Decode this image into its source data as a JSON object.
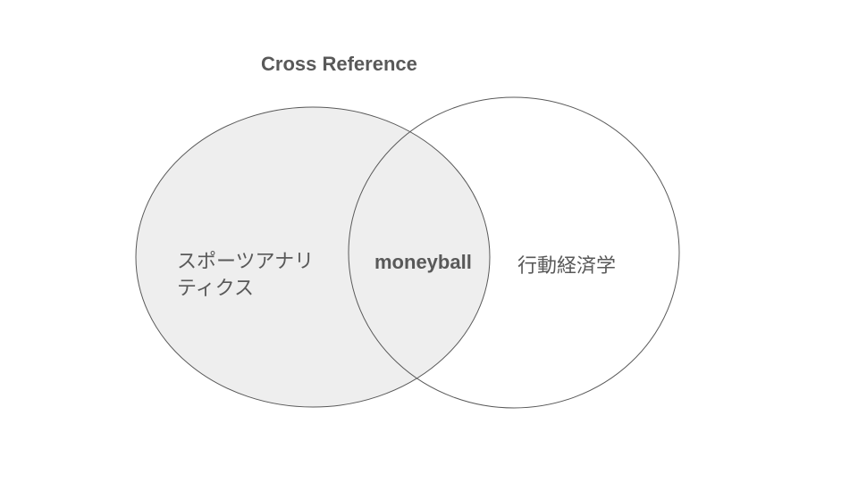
{
  "title": "Cross Reference",
  "sets": {
    "left": {
      "label": "スポーツアナリティクス",
      "fill": "#eeeeee"
    },
    "right": {
      "label": "行動経済学",
      "fill": "none"
    },
    "intersection": {
      "label": "moneyball"
    }
  },
  "colors": {
    "stroke": "#595959",
    "text": "#595959"
  }
}
